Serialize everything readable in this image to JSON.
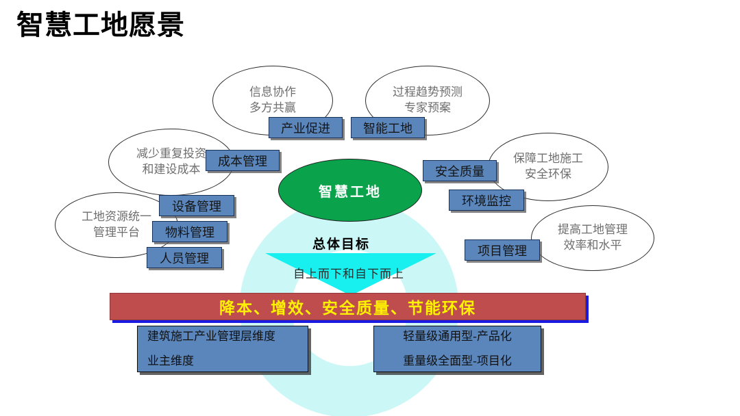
{
  "slide": {
    "title": "智慧工地愿景",
    "background": "#ffffff"
  },
  "colors": {
    "ring": "#CCF7F7",
    "center_green": "#0AA34B",
    "tag_blue": "#5A86BC",
    "banner_red": "#BF4D4D",
    "banner_text_yellow": "#FFF200",
    "arrow_cyan": "#18F0F0",
    "bubble_text_gray": "#6e6e6e"
  },
  "center": {
    "label": "智慧工地"
  },
  "bubbles": [
    {
      "id": "info-collab",
      "lines": [
        "信息协作",
        "多方共赢"
      ]
    },
    {
      "id": "process-forecast",
      "lines": [
        "过程趋势预测",
        "专家预案"
      ]
    },
    {
      "id": "reduce-cost",
      "lines": [
        "减少重复投资",
        "和建设成本"
      ]
    },
    {
      "id": "site-safety",
      "lines": [
        "保障工地施工",
        "安全环保"
      ]
    },
    {
      "id": "resource-platform",
      "lines": [
        "工地资源统一",
        "管理平台"
      ]
    },
    {
      "id": "improve-efficiency",
      "lines": [
        "提高工地管理",
        "效率和水平"
      ]
    }
  ],
  "tags": [
    {
      "id": "industry-promotion",
      "label": "产业促进"
    },
    {
      "id": "smart-site",
      "label": "智能工地"
    },
    {
      "id": "cost-management",
      "label": "成本管理"
    },
    {
      "id": "safety-quality",
      "label": "安全质量"
    },
    {
      "id": "equipment-management",
      "label": "设备管理"
    },
    {
      "id": "environment-monitor",
      "label": "环境监控"
    },
    {
      "id": "material-management",
      "label": "物料管理"
    },
    {
      "id": "project-management",
      "label": "项目管理"
    },
    {
      "id": "personnel-management",
      "label": "人员管理"
    }
  ],
  "overall_goal": {
    "heading": "总体目标",
    "arrow_text": "自上而下和自下而上"
  },
  "banner": {
    "label": "降本、增效、安全质量、节能环保"
  },
  "bottom_boxes": [
    {
      "id": "dimension-box",
      "lines": [
        "建筑施工产业管理层维度",
        "业主维度"
      ]
    },
    {
      "id": "product-type-box",
      "lines": [
        "轻量级通用型-产品化",
        "重量级全面型-项目化"
      ]
    }
  ]
}
